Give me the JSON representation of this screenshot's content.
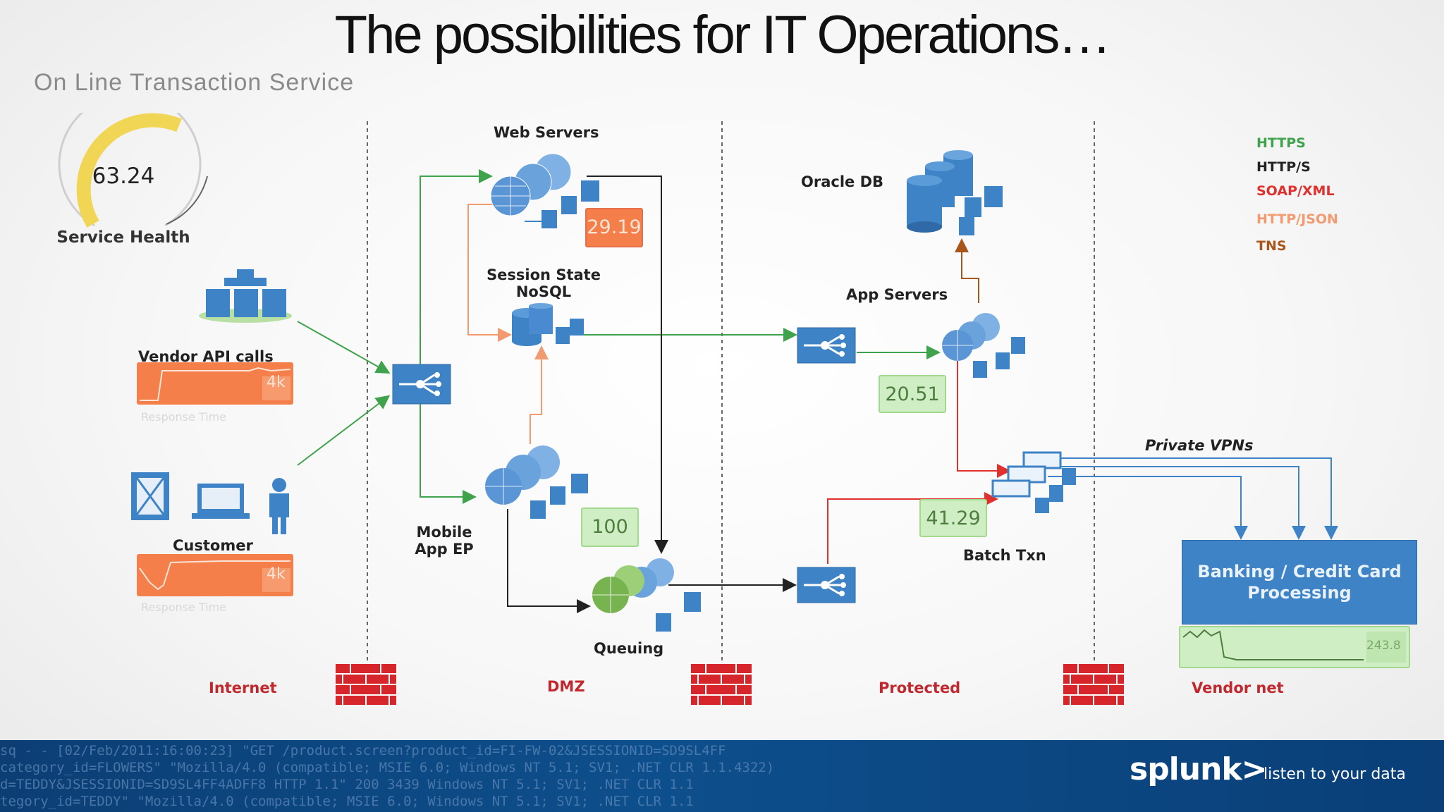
{
  "slide": {
    "title": "The possibilities for IT Operations…",
    "subtitle": "On Line Transaction Service"
  },
  "gauge": {
    "value": "63.24",
    "label": "Service Health",
    "fill_fraction": 0.6324,
    "color": "#f1d656"
  },
  "legend": [
    {
      "label": "HTTPS",
      "color": "#3fa34d"
    },
    {
      "label": "HTTP/S",
      "color": "#222222"
    },
    {
      "label": "SOAP/XML",
      "color": "#e0312e"
    },
    {
      "label": "HTTP/JSON",
      "color": "#f29a70"
    },
    {
      "label": "TNS",
      "color": "#a8561c"
    }
  ],
  "labels": {
    "web_servers": "Web Servers",
    "session_state_1": "Session State",
    "session_state_2": "NoSQL",
    "oracle_db": "Oracle DB",
    "app_servers": "App Servers",
    "vendor_api": "Vendor API calls",
    "customer": "Customer",
    "mobile_1": "Mobile",
    "mobile_2": "App EP",
    "queuing": "Queuing",
    "batch_txn": "Batch Txn",
    "private_vpns": "Private VPNs",
    "response_time": "Response Time"
  },
  "zones": [
    "Internet",
    "DMZ",
    "Protected",
    "Vendor net"
  ],
  "metrics": {
    "web_servers": "29.19",
    "app_servers": "20.51",
    "mobile": "100",
    "batch": "41.29",
    "vendor_api": "4k",
    "customer": "4k",
    "vendor_net": "243.8"
  },
  "bank": {
    "line1": "Banking / Credit Card",
    "line2": "Processing"
  },
  "footer": {
    "brand": "splunk>",
    "tagline": "listen to your data",
    "log_lines": [
      "sq - - [02/Feb/2011:16:00:23] \"GET /product.screen?product_id=FI-FW-02&JSESSIONID=SD9SL4FF",
      "category_id=FLOWERS\" \"Mozilla/4.0 (compatible; MSIE 6.0; Windows NT 5.1; SV1; .NET CLR 1.1.4322)",
      "d=TEDDY&JSESSIONID=SD9SL4FF4ADFF8 HTTP 1.1\" 200 3439 Windows NT 5.1; SV1; .NET CLR 1.1",
      "tegory_id=TEDDY\" \"Mozilla/4.0 (compatible; MSIE 6.0; Windows NT 5.1; SV1; .NET CLR 1.1"
    ]
  }
}
